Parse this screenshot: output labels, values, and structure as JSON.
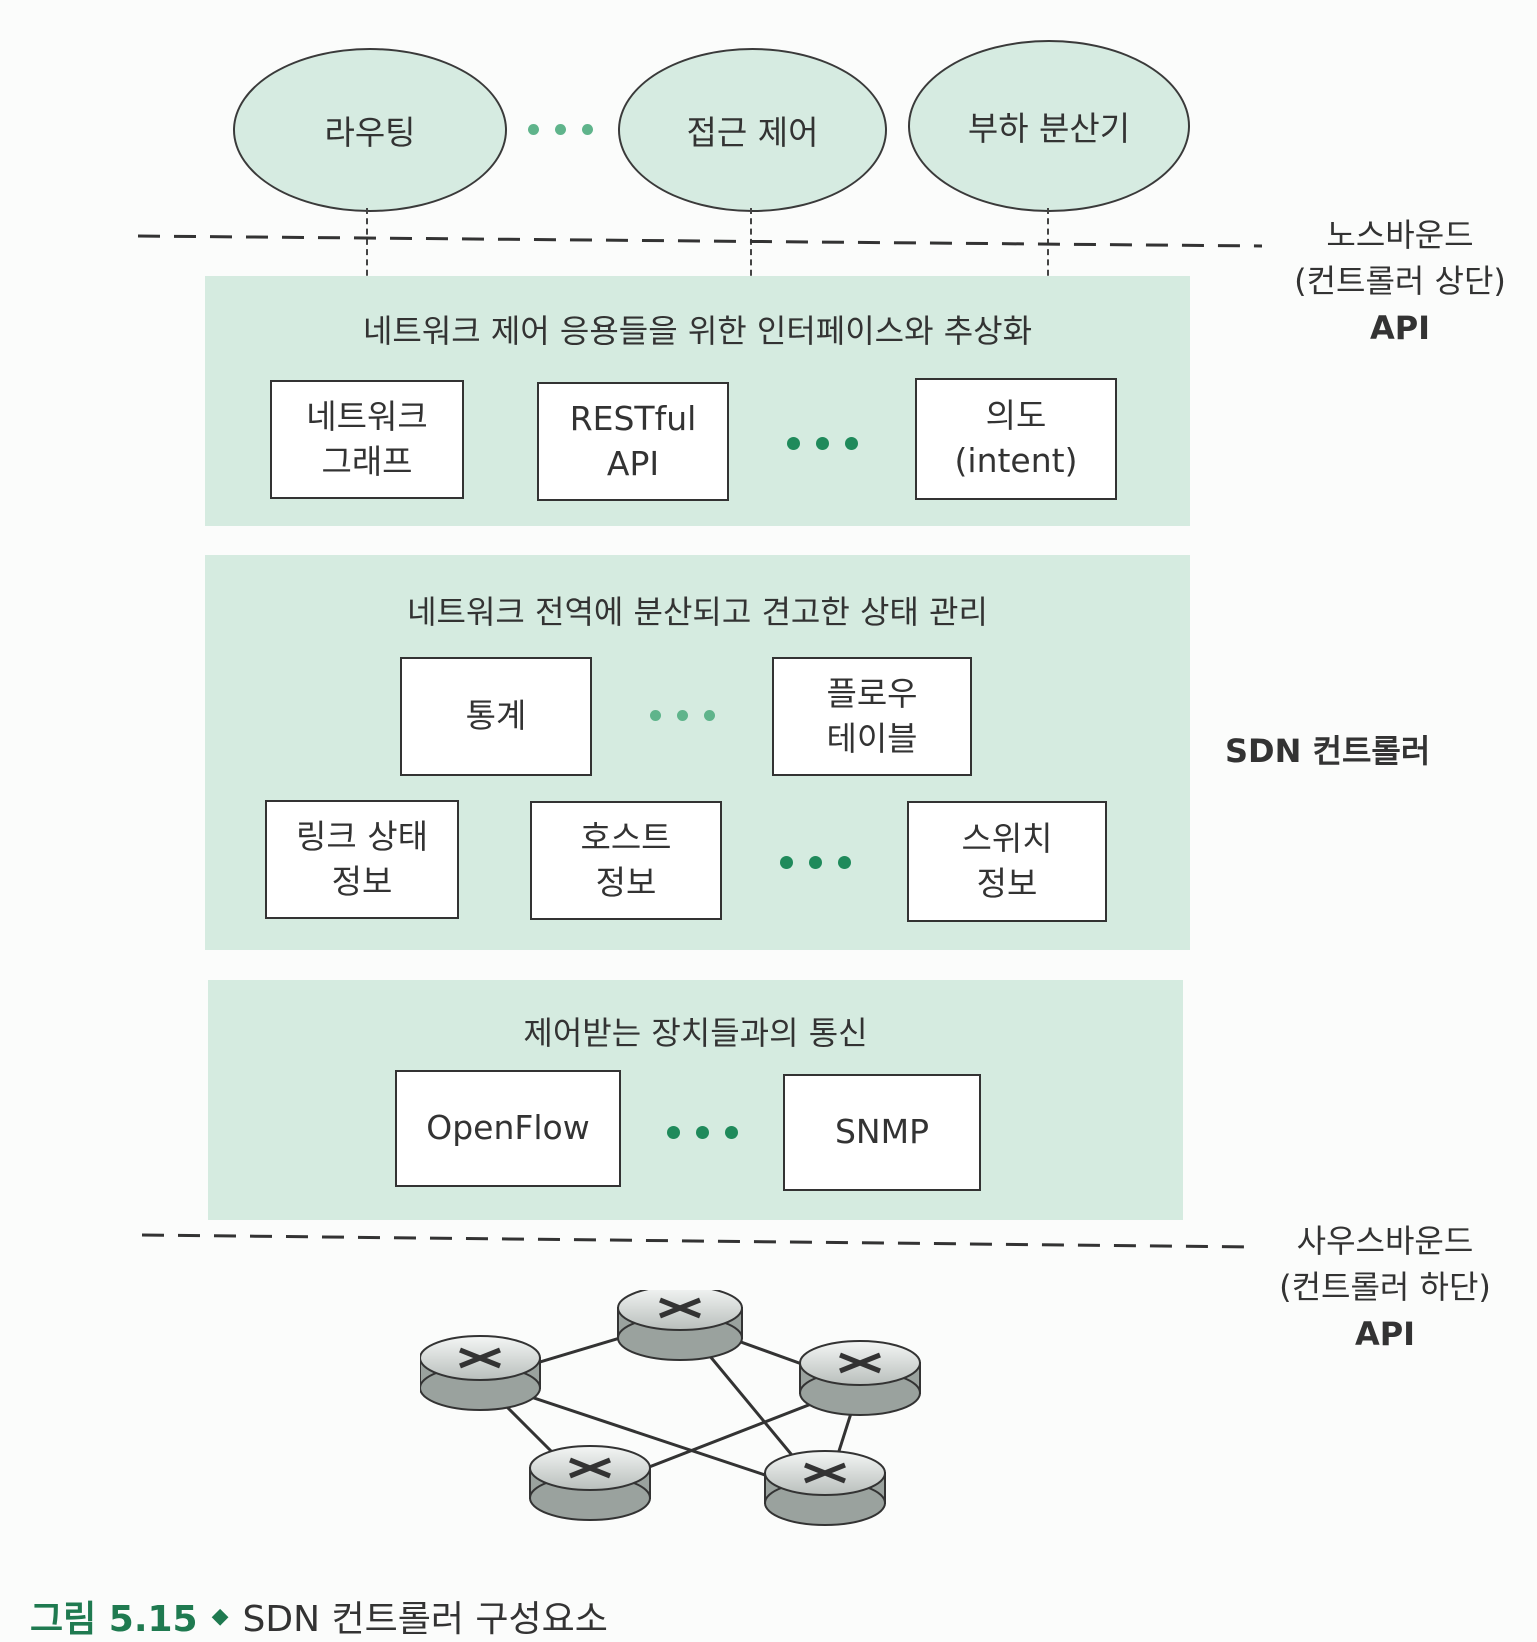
{
  "apps": {
    "routing": "라우팅",
    "access_control": "접근 제어",
    "load_balancer": "부하 분산기"
  },
  "northbound": {
    "line1": "노스바운드",
    "line2": "(컨트롤러 상단)",
    "line3": "API"
  },
  "southbound": {
    "line1": "사우스바운드",
    "line2": "(컨트롤러 하단)",
    "line3": "API"
  },
  "controller_label": "SDN 컨트롤러",
  "layer_interface": {
    "title": "네트워크 제어 응용들을 위한 인터페이스와 추상화",
    "boxes": [
      {
        "line1": "네트워크",
        "line2": "그래프"
      },
      {
        "line1": "RESTful",
        "line2": "API"
      },
      {
        "line1": "의도",
        "line2": "(intent)"
      }
    ]
  },
  "layer_state": {
    "title": "네트워크 전역에 분산되고 견고한 상태 관리",
    "boxes": [
      {
        "line1": "통계"
      },
      {
        "line1": "플로우",
        "line2": "테이블"
      },
      {
        "line1": "링크 상태",
        "line2": "정보"
      },
      {
        "line1": "호스트",
        "line2": "정보"
      },
      {
        "line1": "스위치",
        "line2": "정보"
      }
    ]
  },
  "layer_comm": {
    "title": "제어받는 장치들과의 통신",
    "boxes": [
      {
        "line1": "OpenFlow"
      },
      {
        "line1": "SNMP"
      }
    ]
  },
  "caption": {
    "figure": "그림 5.15",
    "text": "SDN 컨트롤러 구성요소"
  }
}
